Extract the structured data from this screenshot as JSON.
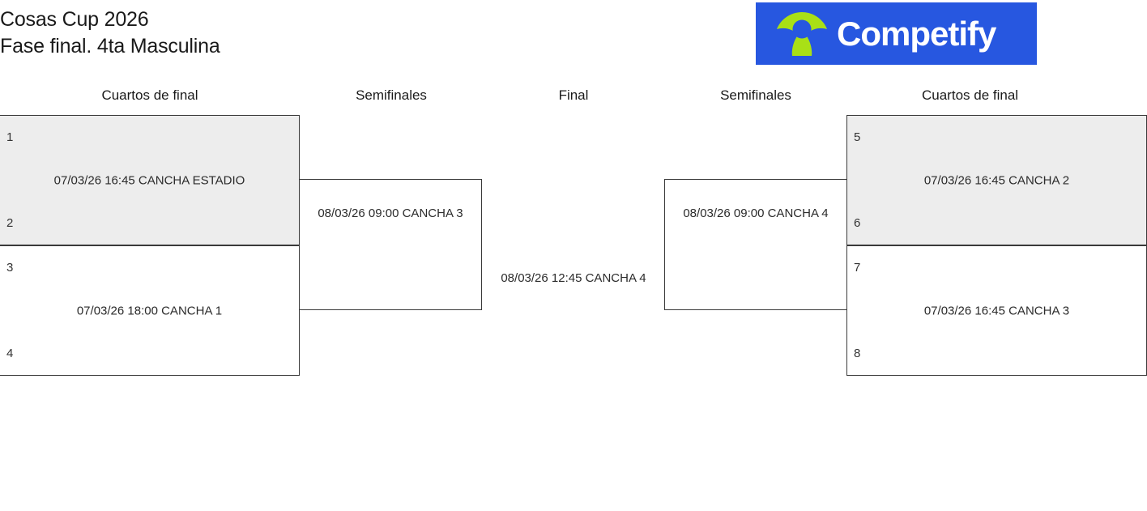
{
  "header": {
    "title_line1": "Cosas Cup 2026",
    "title_line2": "Fase final. 4ta Masculina",
    "brand_name": "Competify",
    "brand_bg_color": "#2757e0",
    "brand_mark_color": "#a9e016",
    "brand_mark_name": "competify-person-logo"
  },
  "rounds": [
    {
      "label": "Cuartos de final",
      "side": "left"
    },
    {
      "label": "Semifinales",
      "side": "left"
    },
    {
      "label": "Final",
      "side": "center"
    },
    {
      "label": "Semifinales",
      "side": "right"
    },
    {
      "label": "Cuartos de final",
      "side": "right"
    }
  ],
  "bracket": {
    "left_quarterfinals": [
      {
        "seed_top": "1",
        "seed_bottom": "2",
        "info": "07/03/26 16:45 CANCHA ESTADIO",
        "shaded": true
      },
      {
        "seed_top": "3",
        "seed_bottom": "4",
        "info": "07/03/26 18:00 CANCHA 1",
        "shaded": false
      }
    ],
    "left_semifinal": {
      "info": "08/03/26 09:00 CANCHA 3"
    },
    "final": {
      "info": "08/03/26 12:45 CANCHA 4"
    },
    "right_semifinal": {
      "info": "08/03/26 09:00 CANCHA 4"
    },
    "right_quarterfinals": [
      {
        "seed_top": "5",
        "seed_bottom": "6",
        "info": "07/03/26 16:45 CANCHA 2",
        "shaded": true
      },
      {
        "seed_top": "7",
        "seed_bottom": "8",
        "info": "07/03/26 16:45 CANCHA 3",
        "shaded": false
      }
    ]
  }
}
